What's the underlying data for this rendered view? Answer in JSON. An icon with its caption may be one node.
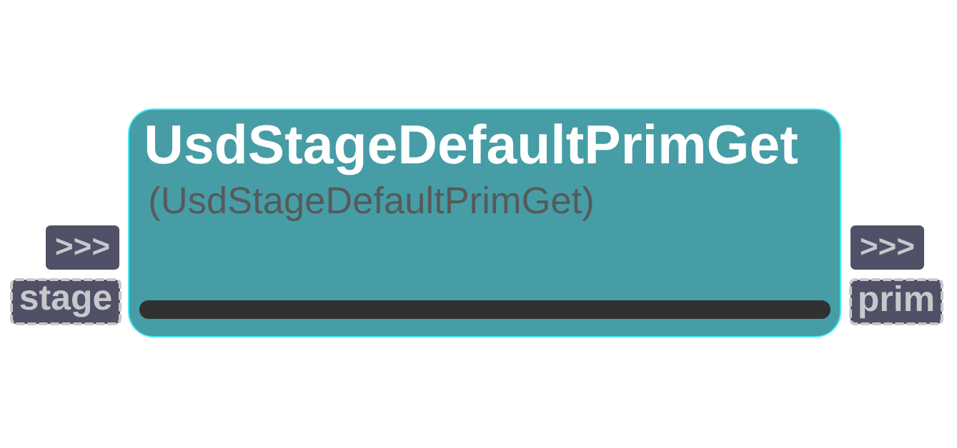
{
  "diagram": {
    "nodes": [
      {
        "text": [
          "UsdStageDefaultPrimGet",
          "(UsdStageDefaultPrimGet)"
        ]
      },
      {
        "text": [
          ">>>"
        ]
      },
      {
        "text": [
          "stage"
        ]
      },
      {
        "text": [
          ">>>"
        ]
      },
      {
        "text": [
          "prim"
        ]
      }
    ]
  }
}
